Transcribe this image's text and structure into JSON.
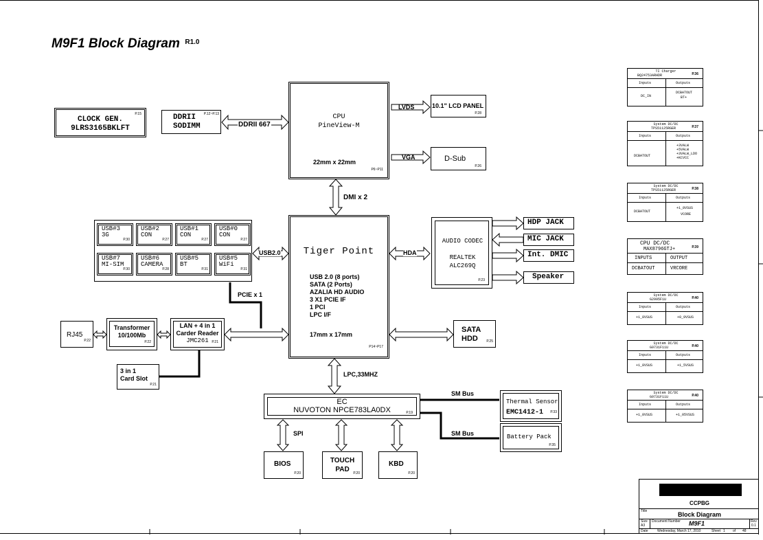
{
  "title": {
    "main": "M9F1 Block Diagram",
    "rev": "R1.0"
  },
  "clock": {
    "line1": "CLOCK GEN.",
    "line2": "9LRS3165BKLFT",
    "page": "P.15"
  },
  "ddr": {
    "line1": "DDRII",
    "line2": "SODIMM",
    "page": "P.12~P.13",
    "bus": "DDRII 667"
  },
  "cpu": {
    "line1": "CPU",
    "line2": "PineView-M",
    "size": "22mm x 22mm",
    "page": "P6~P11"
  },
  "lvds": {
    "label": "LVDS",
    "panel": "10.1\" LCD PANEL",
    "page": "P.28"
  },
  "vga": {
    "label": "VGA",
    "dsub": "D-Sub",
    "page": "P.26"
  },
  "dmi": "DMI x 2",
  "pch": {
    "title": "Tiger Point",
    "features": [
      "USB 2.0 (8 ports)",
      "SATA (2 Ports)",
      "AZALIA HD AUDIO",
      "3 X1 PCIE IF",
      "1 PCI",
      "LPC I/F"
    ],
    "size": "17mm x 17mm",
    "page": "P14~P17"
  },
  "usb_bus": "USB2.0",
  "hda_bus": "HDA",
  "usb_ports": [
    {
      "name": "USB#3",
      "dev": "3G",
      "page": "P.30"
    },
    {
      "name": "USB#2",
      "dev": "CON",
      "page": "P.27"
    },
    {
      "name": "USB#1",
      "dev": "CON",
      "page": "P.27"
    },
    {
      "name": "USB#0",
      "dev": "CON",
      "page": "P.27"
    },
    {
      "name": "USB#7",
      "dev": "MI-SIM",
      "page": "P.30"
    },
    {
      "name": "USB#6",
      "dev": "CAMERA",
      "page": "P.28"
    },
    {
      "name": "USB#5",
      "dev": "BT",
      "page": "P.31"
    },
    {
      "name": "USB#5",
      "dev": "WiFi",
      "page": "P.31"
    }
  ],
  "pcie": "PCIE x 1",
  "audio": {
    "line1": "AUDIO CODEC",
    "line2": "REALTEK",
    "line3": "ALC269Q",
    "page": "P.23"
  },
  "jacks": [
    "HDP JACK",
    "MIC JACK",
    "Int. DMIC",
    "Speaker"
  ],
  "rj45": {
    "label": "RJ45",
    "page": "P.22"
  },
  "transformer": {
    "line1": "Transformer",
    "line2": "10/100Mb",
    "page": "P.22"
  },
  "lan": {
    "line1": "LAN + 4 in 1",
    "line2": "Carder Reader",
    "line3": "JMC261",
    "page": "P.21"
  },
  "cardslot": {
    "line1": "3 in 1",
    "line2": "Card Slot",
    "page": "P.21"
  },
  "sata": {
    "line1": "SATA",
    "line2": "HDD",
    "page": "P.25"
  },
  "lpc": "LPC,33MHZ",
  "ec": {
    "line1": "EC",
    "line2": "NUVOTON NPCE783LA0DX",
    "page": "P.19"
  },
  "smbus": "SM Bus",
  "thermal": {
    "line1": "Thermal Sensor",
    "line2": "EMC1412-1",
    "page": "P.33"
  },
  "battery": {
    "label": "Battery Pack",
    "page": "P.35"
  },
  "spi": "SPI",
  "bios": {
    "label": "BIOS",
    "page": "P.20"
  },
  "touchpad": {
    "line1": "TOUCH",
    "line2": "PAD",
    "page": "P.20"
  },
  "kbd": {
    "label": "KBD",
    "page": "P.20"
  },
  "power": [
    {
      "title": "TI Charger",
      "part": "BQ24753ARHDR",
      "page": "P.36",
      "in_hdr": "Inputs",
      "out_hdr": "Outputs",
      "inputs": "DC_IN",
      "outputs": [
        "DCBATOUT",
        "BT+"
      ]
    },
    {
      "title": "System DC/DC",
      "part": "TPS51125RGER",
      "page": "P.37",
      "in_hdr": "Inputs",
      "out_hdr": "Outputs",
      "inputs": "DCBATOUT",
      "outputs": [
        "+3VALW",
        "+5VALW",
        "+3VALW_LDO",
        "+KCVCC"
      ]
    },
    {
      "title": "System DC/DC",
      "part": "TPS51125RGER",
      "page": "P.38",
      "in_hdr": "Inputs",
      "out_hdr": "Outputs",
      "inputs": "DCBATOUT",
      "outputs": [
        "+1_8VSUS",
        "VCORE"
      ]
    },
    {
      "title": "CPU DC/DC",
      "part": "MAX8796GTJ+",
      "page": "P.39",
      "in_hdr": "INPUTS",
      "out_hdr": "OUTPUT",
      "inputs": "DCBATOUT",
      "outputs": [
        "VRCORE"
      ]
    },
    {
      "title": "System DC/DC",
      "part": "G2995F1U",
      "page": "P.40",
      "in_hdr": "Inputs",
      "out_hdr": "Outputs",
      "inputs": "+1_8VSUS",
      "outputs": [
        "+0_9VSUS"
      ]
    },
    {
      "title": "System DC/DC",
      "part": "G9731F11U",
      "page": "P.40",
      "in_hdr": "Inputs",
      "out_hdr": "Outputs",
      "inputs": "+1_8VSUS",
      "outputs": [
        "+1_5VSUS"
      ]
    },
    {
      "title": "System DC/DC",
      "part": "G9731F11U",
      "page": "P.40",
      "in_hdr": "Inputs",
      "out_hdr": "Outputs",
      "inputs": "+1_8VSUS",
      "outputs": [
        "+1_05VSUS"
      ]
    }
  ],
  "titleblock": {
    "company": "CCPBG",
    "title_lbl": "Title",
    "title": "Block Diagram",
    "size_lbl": "Size",
    "size": "A3",
    "doc_lbl": "Document Number",
    "doc": "M9F1",
    "rev_lbl": "Rev",
    "rev": "0.1",
    "date_lbl": "Date",
    "date": "Wednesday, March 17, 2010",
    "sheet_lbl": "Sheet",
    "sheet": "1",
    "of": "of",
    "total": "48"
  }
}
